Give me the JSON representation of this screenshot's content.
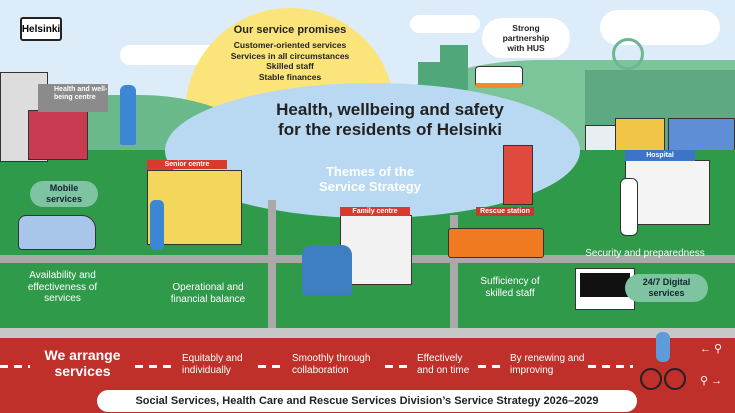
{
  "logo": {
    "text": "Helsinki"
  },
  "promises": {
    "title": "Our service promises",
    "items": [
      "Customer-oriented services",
      "Services in all circumstances",
      "Skilled staff",
      "Stable finances"
    ]
  },
  "partnership": "Strong partnership with HUS",
  "main_title": {
    "line1": "Health, wellbeing and safety",
    "line2": "for the residents of Helsinki"
  },
  "themes_title": {
    "line1": "Themes of the",
    "line2": "Service Strategy"
  },
  "places": {
    "health_centre": "Health and well-being centre",
    "senior_centre": "Senior centre",
    "family_centre": "Family centre",
    "rescue_station": "Rescue station",
    "hospital": "Hospital"
  },
  "pills": {
    "mobile": "Mobile services",
    "digital": "24/7 Digital services"
  },
  "themes": [
    "Availability and effectiveness of services",
    "Operational and financial balance",
    "Sufficiency of skilled staff",
    "Security and preparedness"
  ],
  "band": {
    "heading": "We arrange services",
    "items": [
      "Equitably and individually",
      "Smoothly through collaboration",
      "Effectively and on time",
      "By renewing and improving"
    ]
  },
  "footer": "Social Services, Health Care and Rescue Services Division’s Service Strategy 2026–2029",
  "colors": {
    "green": "#2f9a4a",
    "red": "#c0302a",
    "sky": "#dcecf8",
    "sun": "#fbe57a",
    "lake": "#b9d9f3"
  }
}
